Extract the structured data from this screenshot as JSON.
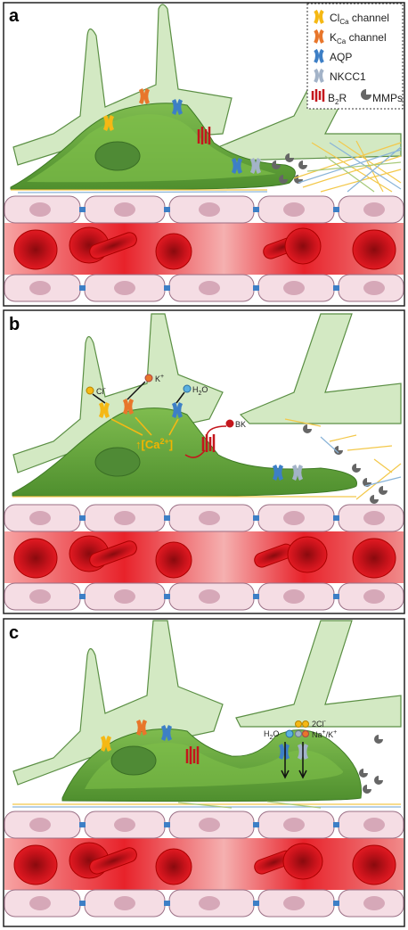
{
  "panels": [
    {
      "label": "a"
    },
    {
      "label": "b"
    },
    {
      "label": "c"
    }
  ],
  "legend": {
    "items": [
      {
        "text": "Cl",
        "sub": "Ca",
        "suffix": " channel",
        "icon": "clca-channel-icon",
        "color": "#f5b814"
      },
      {
        "text": "K",
        "sub": "Ca",
        "suffix": " channel",
        "icon": "kca-channel-icon",
        "color": "#e8762b"
      },
      {
        "text": "AQP",
        "icon": "aqp-icon",
        "color": "#3d7fc6"
      },
      {
        "text": "NKCC1",
        "icon": "nkcc1-icon",
        "color": "#a3b3c8"
      },
      {
        "text": "B",
        "sub": "2",
        "suffix": "R",
        "icon": "b2r-icon",
        "color": "#c4161c",
        "extra": "MMPs",
        "extra_icon": "mmp-icon",
        "extra_color": "#666666"
      }
    ]
  },
  "panel_b": {
    "cl": "Cl",
    "cl_sup": "-",
    "k": "K",
    "k_sup": "+",
    "h2o": "H",
    "h2o_sub": "2",
    "h2o_end": "O",
    "bk": "BK",
    "ca_arrow": "↑",
    "ca_open": "[Ca",
    "ca_sup": "2+",
    "ca_close": "]"
  },
  "panel_c": {
    "h2o": "H",
    "h2o_sub": "2",
    "h2o_end": "O",
    "cl": "2Cl",
    "cl_sup": "-",
    "nak": "Na",
    "nak_sup1": "+",
    "nak_mid": "/K",
    "nak_sup2": "+"
  },
  "colors": {
    "astro_light": "#d3e9c3",
    "astro_stroke": "#4d8a36",
    "cell_green": "#6aab3e",
    "cell_dark": "#3e7a25",
    "nucleus": "#4f8a35",
    "endothelium": "#f5dde4",
    "endo_nucleus": "#d6a8b8",
    "vessel": "#e8222a",
    "rbc": "#c80f15"
  }
}
